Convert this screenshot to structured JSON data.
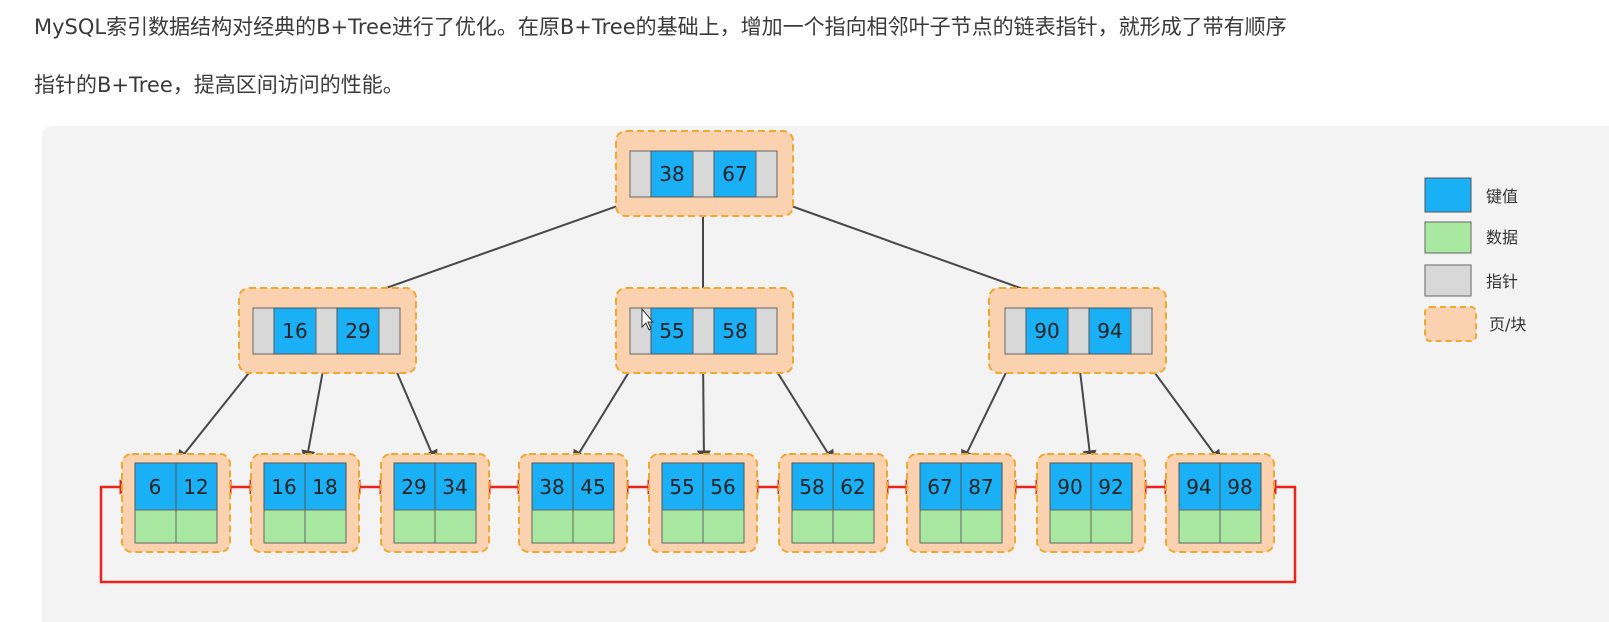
{
  "intro": {
    "line1": "MySQL索引数据结构对经典的B+Tree进行了优化。在原B+Tree的基础上，增加一个指向相邻叶子节点的链表指针，就形成了带有顺序",
    "line2": "指针的B+Tree，提高区间访问的性能。"
  },
  "tree": {
    "root": {
      "keys": [
        "38",
        "67"
      ]
    },
    "internal": [
      {
        "keys": [
          "16",
          "29"
        ]
      },
      {
        "keys": [
          "55",
          "58"
        ]
      },
      {
        "keys": [
          "90",
          "94"
        ]
      }
    ],
    "leaves": [
      {
        "keys": [
          "6",
          "12"
        ]
      },
      {
        "keys": [
          "16",
          "18"
        ]
      },
      {
        "keys": [
          "29",
          "34"
        ]
      },
      {
        "keys": [
          "38",
          "45"
        ]
      },
      {
        "keys": [
          "55",
          "56"
        ]
      },
      {
        "keys": [
          "58",
          "62"
        ]
      },
      {
        "keys": [
          "67",
          "87"
        ]
      },
      {
        "keys": [
          "90",
          "92"
        ]
      },
      {
        "keys": [
          "94",
          "98"
        ]
      }
    ]
  },
  "legend": {
    "key": "键值",
    "data": "数据",
    "pointer": "指针",
    "page": "页/块"
  },
  "colors": {
    "key": "#1ab0f5",
    "data": "#a8e8a0",
    "pointer": "#d8d8d8",
    "page_fill": "#fbd2b0",
    "page_border": "#f0a830",
    "edge": "#474747",
    "leaf_link": "#e8241c",
    "panel": "#f3f3f3"
  }
}
